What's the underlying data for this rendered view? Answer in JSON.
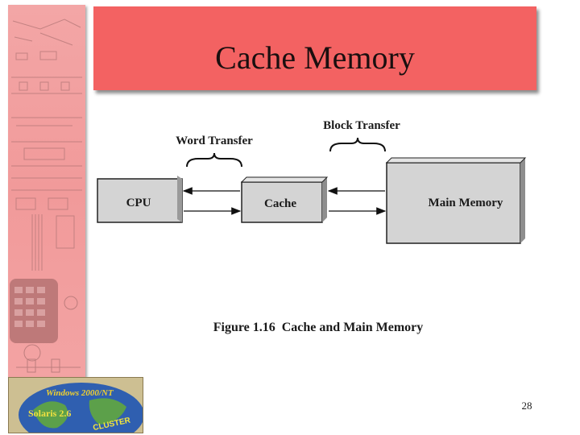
{
  "slide": {
    "title": "Cache Memory",
    "page_number": "28"
  },
  "diagram": {
    "blocks": {
      "cpu": "CPU",
      "cache": "Cache",
      "main_memory": "Main Memory"
    },
    "labels": {
      "word_transfer": "Word Transfer",
      "block_transfer": "Block Transfer"
    },
    "caption": "Figure 1.16  Cache and Main Memory"
  },
  "logo": {
    "text_top": "Windows 2000/NT",
    "text_left": "Solaris 2.6",
    "text_right": "CLUSTER"
  },
  "colors": {
    "banner": "#f36262",
    "strip": "#f19a9a",
    "block_fill": "#d4d4d4"
  }
}
